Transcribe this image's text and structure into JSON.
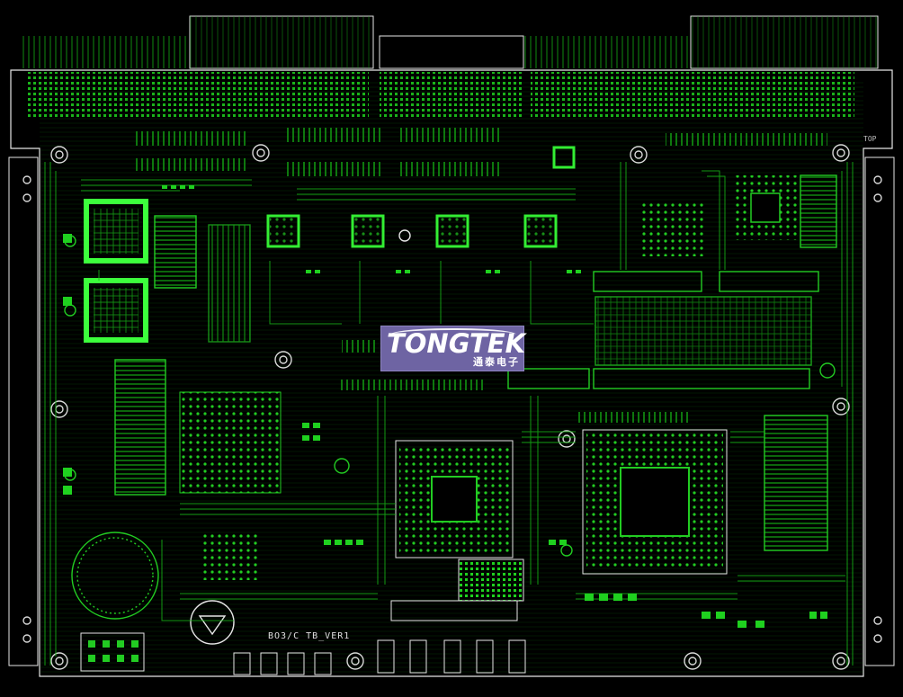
{
  "logo": {
    "main_text": "TONGTEK",
    "sub_text": "通泰电子",
    "background_color": "#6e64a3"
  },
  "silkscreen": {
    "board_label": "BO3/C  TB_VER1",
    "top_label": "TOP"
  },
  "colors": {
    "trace": "#19c419",
    "outline": "#e6e6e6",
    "background": "#000000"
  }
}
